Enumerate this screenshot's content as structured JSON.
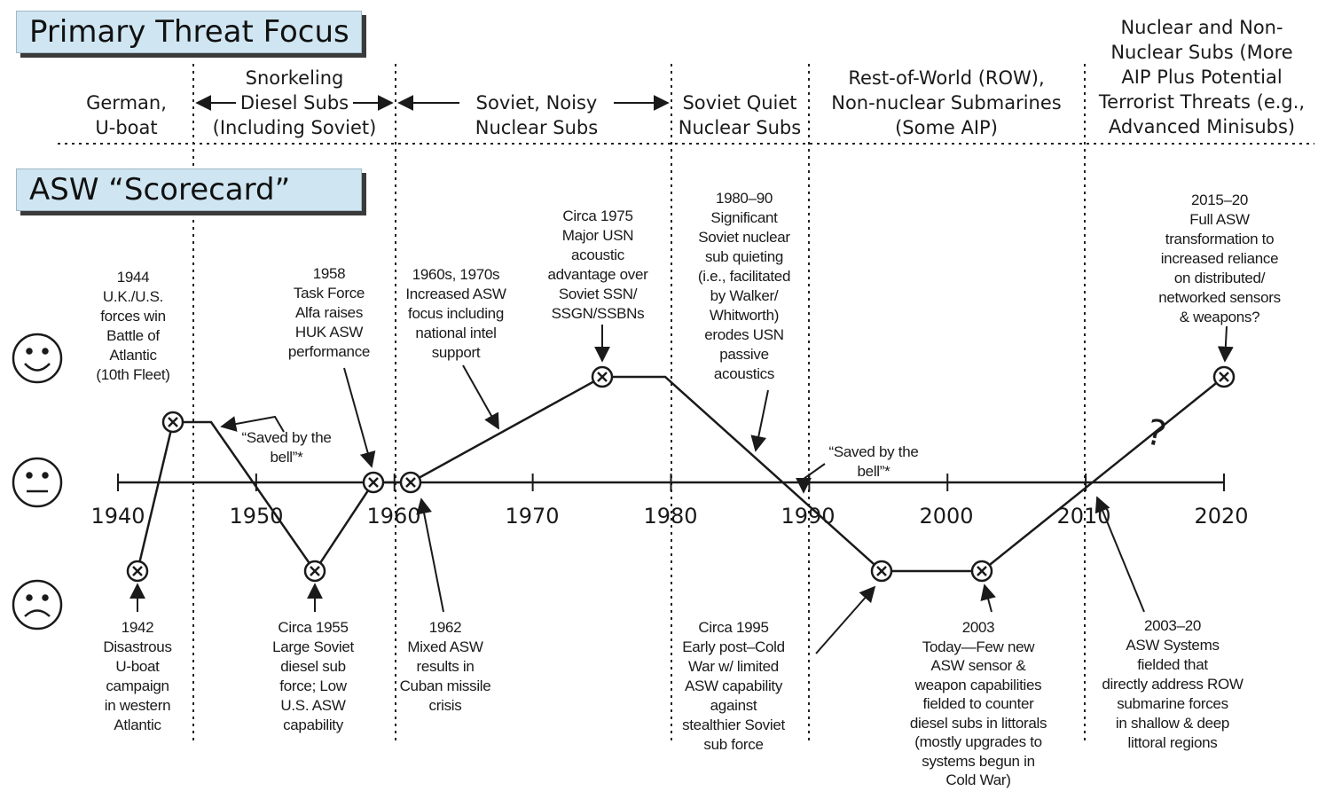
{
  "headings": {
    "threat_focus": "Primary Threat Focus",
    "scorecard": "ASW “Scorecard”"
  },
  "eras": [
    {
      "lines": [
        "German,",
        "U-boat"
      ]
    },
    {
      "lines": [
        "Snorkeling",
        "Diesel Subs",
        "(Including Soviet)"
      ]
    },
    {
      "lines": [
        "Soviet, Noisy",
        "Nuclear Subs"
      ]
    },
    {
      "lines": [
        "Soviet Quiet",
        "Nuclear Subs"
      ]
    },
    {
      "lines": [
        "Rest-of-World (ROW),",
        "Non-nuclear Submarines",
        "(Some AIP)"
      ]
    },
    {
      "lines": [
        "Nuclear and Non-",
        "Nuclear Subs (More",
        "AIP  Plus Potential",
        "Terrorist Threats (e.g.,",
        "Advanced Minisubs)"
      ]
    }
  ],
  "scale": {
    "face_levels": [
      "good",
      "neutral",
      "bad"
    ],
    "years": [
      "1940",
      "1950",
      "1960",
      "1970",
      "1980",
      "1990",
      "2000",
      "2010",
      "2020"
    ]
  },
  "events": [
    {
      "year": 1942,
      "level": "bad",
      "lines": [
        "1942",
        "Disastrous",
        "U-boat",
        "campaign",
        "in western",
        "Atlantic"
      ]
    },
    {
      "year": 1944,
      "level": "good",
      "lines": [
        "1944",
        "U.K./U.S.",
        "forces win",
        "Battle of",
        "Atlantic",
        "(10th Fleet)"
      ]
    },
    {
      "year": 1955,
      "level": "bad",
      "lines": [
        "Circa 1955",
        "Large Soviet",
        "diesel sub",
        "force; Low",
        "U.S. ASW",
        "capability"
      ]
    },
    {
      "year": 1958,
      "level": "neutral",
      "lines": [
        "1958",
        "Task Force",
        "Alfa raises",
        "HUK ASW",
        "performance"
      ]
    },
    {
      "year": 1962,
      "level": "neutral",
      "lines": [
        "1962",
        "Mixed ASW",
        "results in",
        "Cuban missile",
        "crisis"
      ]
    },
    {
      "year": 1965,
      "level": "rising",
      "lines": [
        "1960s, 1970s",
        "Increased ASW",
        "focus including",
        "national intel",
        "support"
      ]
    },
    {
      "year": 1975,
      "level": "good",
      "lines": [
        "Circa 1975",
        "Major USN",
        "acoustic",
        "advantage over",
        "Soviet SSN/",
        "SSGN/SSBNs"
      ]
    },
    {
      "year": 1985,
      "level": "falling",
      "lines": [
        "1980–90",
        "Significant",
        "Soviet nuclear",
        "sub quieting",
        "(i.e., facilitated",
        "by Walker/",
        "Whitworth)",
        "erodes USN",
        "passive",
        "acoustics"
      ]
    },
    {
      "year": 1995,
      "level": "bad",
      "lines": [
        "Circa 1995",
        "Early post–Cold",
        "War w/ limited",
        "ASW capability",
        "against",
        "stealthier Soviet",
        "sub force"
      ]
    },
    {
      "year": 2003,
      "level": "bad",
      "lines": [
        "2003",
        "Today—Few new",
        "ASW sensor &",
        "weapon capabilities",
        "fielded to counter",
        "diesel subs in littorals",
        "(mostly upgrades to",
        "systems begun in",
        "Cold War)"
      ]
    },
    {
      "year": 2011,
      "level": "neutral",
      "lines": [
        "2003–20",
        "ASW Systems",
        "fielded that",
        "directly address ROW",
        "submarine forces",
        "in shallow & deep",
        "littoral regions"
      ]
    },
    {
      "year": 2020,
      "level": "good",
      "lines": [
        "2015–20",
        "Full ASW",
        "transformation to",
        "increased reliance",
        "on distributed/",
        "networked sensors",
        "& weapons?"
      ]
    }
  ],
  "saved_by_bell": [
    {
      "lines": [
        "“Saved by the",
        "bell”*"
      ]
    },
    {
      "lines": [
        "“Saved by the",
        "bell”*"
      ]
    }
  ],
  "uncertainty_mark": "?"
}
